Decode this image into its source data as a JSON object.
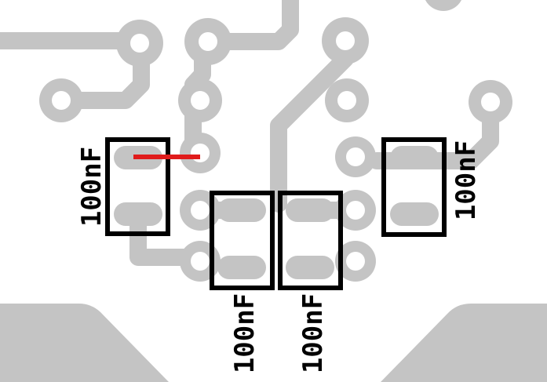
{
  "colors": {
    "background": "#ffffff",
    "copper": "#c4c4c4",
    "silkscreen": "#000000",
    "ratsnest": "#e01b1b"
  },
  "capacitors": [
    {
      "label": "100nF"
    },
    {
      "label": "100nF"
    },
    {
      "label": "100nF"
    },
    {
      "label": "100nF"
    }
  ]
}
